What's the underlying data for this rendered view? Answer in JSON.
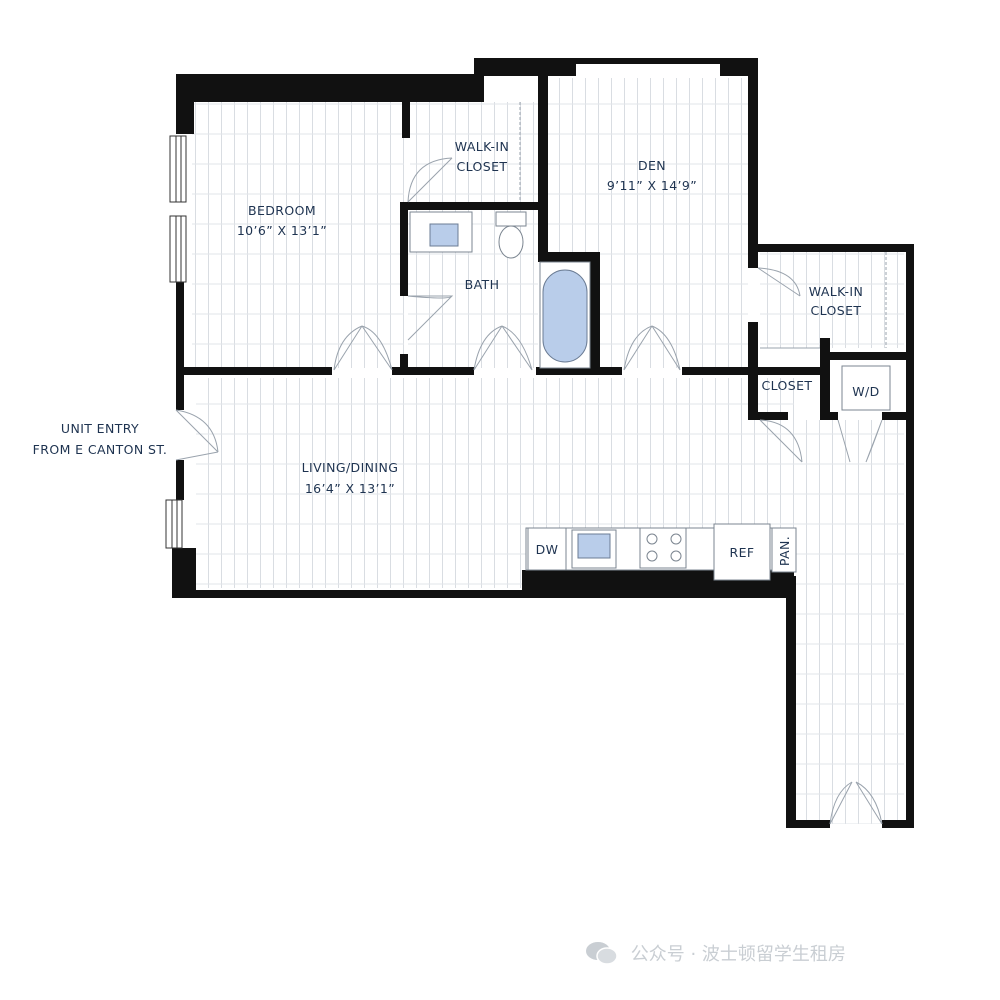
{
  "rooms": {
    "bedroom": {
      "name": "BEDROOM",
      "dims": "10’6” X 13’1”"
    },
    "walkin_closet_1": {
      "line1": "WALK-IN",
      "line2": "CLOSET"
    },
    "bath": {
      "name": "BATH"
    },
    "den": {
      "name": "DEN",
      "dims": "9’11” X 14’9”"
    },
    "walkin_closet_2": {
      "line1": "WALK-IN",
      "line2": "CLOSET"
    },
    "closet": {
      "name": "CLOSET"
    },
    "washer_dryer": {
      "name": "W/D"
    },
    "living_dining": {
      "name": "LIVING/DINING",
      "dims": "16’4” X 13’1”"
    }
  },
  "kitchen": {
    "dishwasher": "DW",
    "refrigerator": "REF",
    "pantry": "PAN."
  },
  "entry": {
    "line1": "UNIT ENTRY",
    "line2": "FROM E CANTON ST."
  },
  "watermark": {
    "text": "公众号 · 波士顿留学生租房"
  },
  "colors": {
    "wall": "#111111",
    "floor_line": "#d5d9de",
    "fixture_blue": "#b9cdea",
    "label": "#1e3350"
  }
}
